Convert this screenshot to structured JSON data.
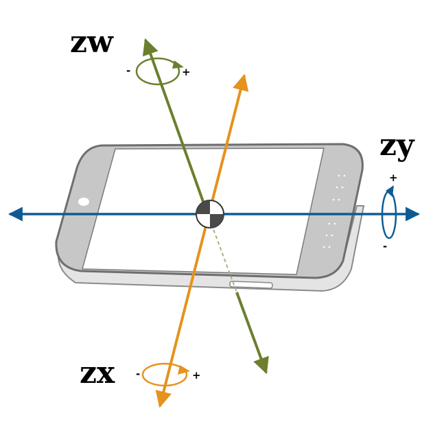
{
  "diagram": {
    "axes": [
      {
        "id": "zw",
        "label": "zw",
        "color": "#6b7f2e",
        "minus": "-",
        "plus": "+"
      },
      {
        "id": "zy",
        "label": "zy",
        "color": "#0e5b94",
        "minus": "-",
        "plus": "+"
      },
      {
        "id": "zx",
        "label": "zx",
        "color": "#e6921c",
        "minus": "-",
        "plus": "+"
      }
    ],
    "device": {
      "body_color": "#c8c8c8",
      "outline_color": "#777777",
      "screen_color": "#ffffff"
    }
  }
}
